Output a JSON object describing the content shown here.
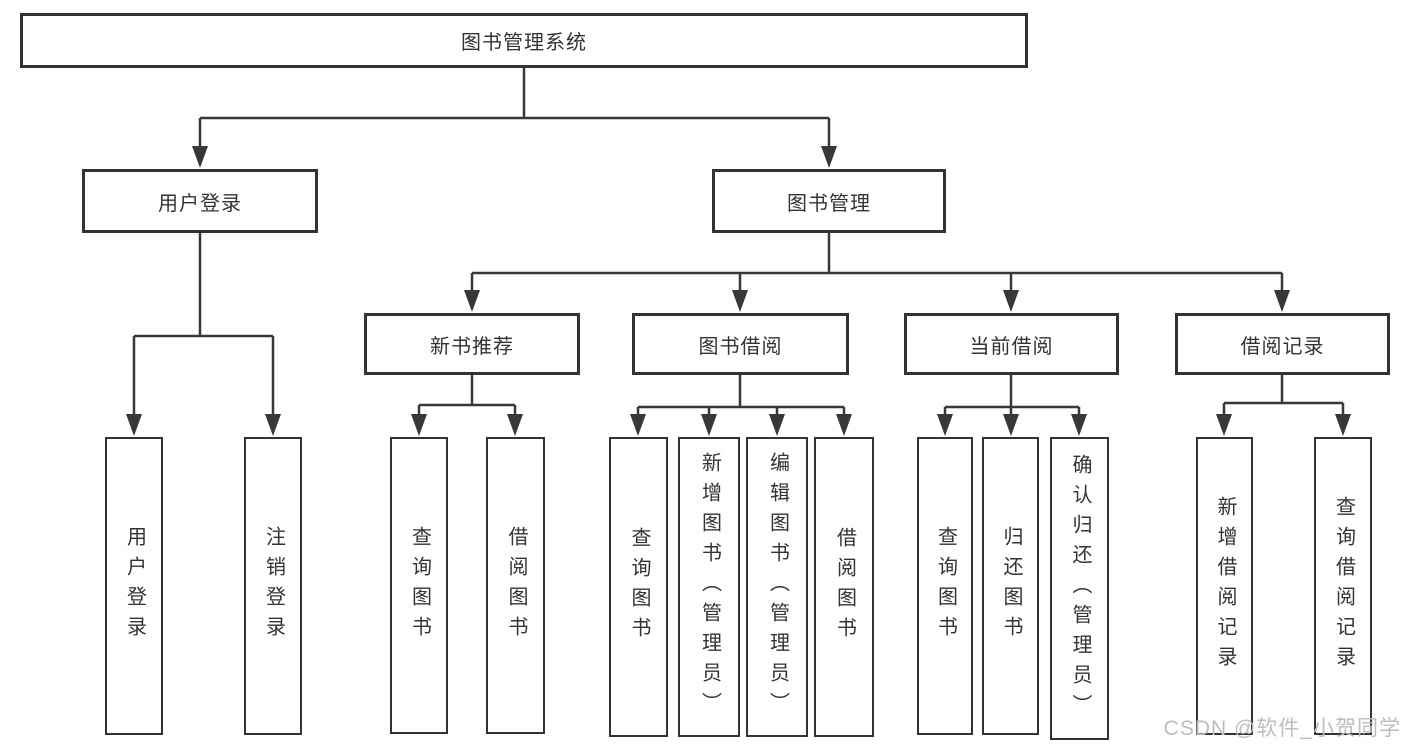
{
  "colors": {
    "line": "#383838",
    "box_border": "#333333",
    "text": "#333333",
    "watermark": "#bdbdbd",
    "background": "#ffffff"
  },
  "tree": {
    "root": {
      "label": "图书管理系统"
    },
    "branches": [
      {
        "label": "用户登录",
        "children": [
          {
            "label": "用户登录"
          },
          {
            "label": "注销登录"
          }
        ]
      },
      {
        "label": "图书管理",
        "children": [
          {
            "label": "新书推荐",
            "children": [
              {
                "label": "查询图书"
              },
              {
                "label": "借阅图书"
              }
            ]
          },
          {
            "label": "图书借阅",
            "children": [
              {
                "label": "查询图书"
              },
              {
                "label": "新增图书（管理员）"
              },
              {
                "label": "编辑图书（管理员）"
              },
              {
                "label": "借阅图书"
              }
            ]
          },
          {
            "label": "当前借阅",
            "children": [
              {
                "label": "查询图书"
              },
              {
                "label": "归还图书"
              },
              {
                "label": "确认归还（管理员）"
              }
            ]
          },
          {
            "label": "借阅记录",
            "children": [
              {
                "label": "新增借阅记录"
              },
              {
                "label": "查询借阅记录"
              }
            ]
          }
        ]
      }
    ]
  },
  "watermark": {
    "text": "CSDN @软件_小贺同学"
  }
}
